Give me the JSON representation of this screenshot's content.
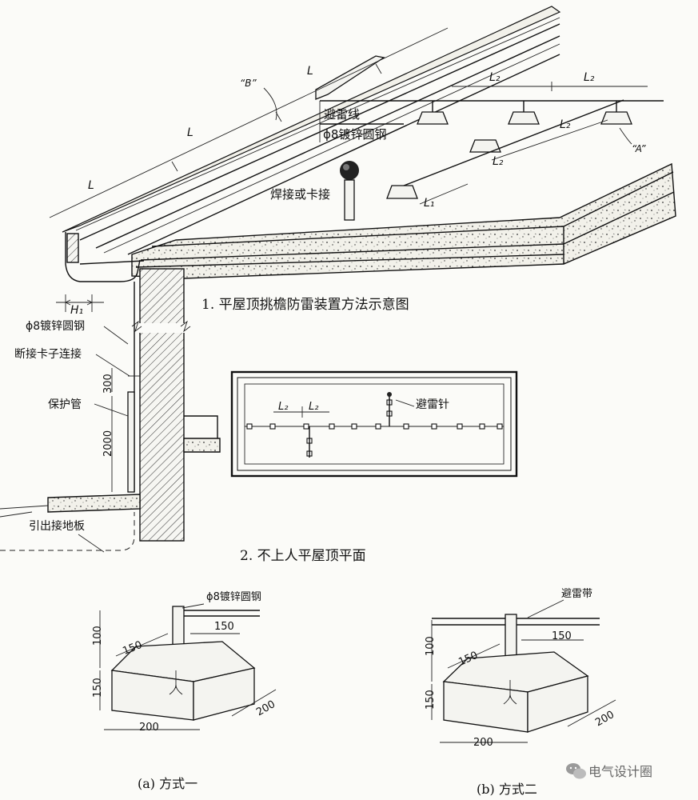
{
  "diagram1": {
    "caption": "1. 平屋顶挑檐防雷装置方法示意图",
    "labels": {
      "L_top": "L",
      "L_mid": "L",
      "L_low": "L",
      "B_marker": "“B”",
      "lightning_wire": "避雷线",
      "galv_steel": "ϕ8镀锌圆钢",
      "weld_or_clamp": "焊接或卡接",
      "L2_a": "L₂",
      "L2_b": "L₂",
      "L2_c": "L₂",
      "L2_d": "L₂",
      "L1": "L₁",
      "A_marker": "“A”",
      "H1": "H₁",
      "down_conductor": "ϕ8镀锌圆钢",
      "test_clamp": "断接卡子连接",
      "dim_300": "300",
      "protect_pipe": "保护管",
      "dim_2000": "2000",
      "ground_plate": "引出接地板"
    }
  },
  "diagram2": {
    "caption": "2. 不上人平屋顶平面",
    "labels": {
      "L2_left": "L₂",
      "L2_right": "L₂",
      "air_terminal": "避雷针"
    }
  },
  "support_a": {
    "caption": "(a) 方式一",
    "labels": {
      "steel": "ϕ8镀锌圆钢",
      "dim_100": "100",
      "dim_150_left": "150",
      "dim_150_right": "150",
      "dim_150_height": "150",
      "dim_200_bottom": "200",
      "dim_200_depth": "200"
    }
  },
  "support_b": {
    "caption": "(b) 方式二",
    "labels": {
      "strip": "避雷带",
      "dim_100": "100",
      "dim_150_left": "150",
      "dim_150_right": "150",
      "dim_150_height": "150",
      "dim_200_bottom": "200",
      "dim_200_depth": "200"
    }
  },
  "watermark": {
    "text": "电气设计圈",
    "icon": "wechat-icon"
  }
}
